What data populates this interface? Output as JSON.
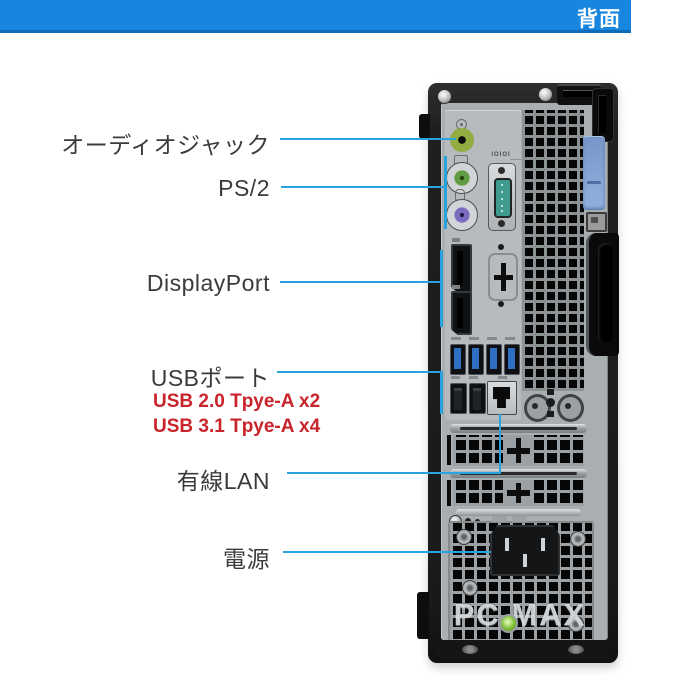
{
  "header": {
    "title": "背面",
    "bar_color": "#1886de",
    "bar_border_color": "#0d6cba"
  },
  "callouts": {
    "audio": {
      "label": "オーディオジャック"
    },
    "ps2": {
      "label": "PS/2"
    },
    "displayport": {
      "label": "DisplayPort"
    },
    "usb": {
      "label": "USBポート",
      "note_usb2": "USB 2.0 Tpye-A x2",
      "note_usb3": "USB 3.1 Tpye-A x4"
    },
    "lan": {
      "label": "有線LAN"
    },
    "power": {
      "label": "電源"
    }
  },
  "pc": {
    "watermark": "PC MAX",
    "serial_port_label": "IOIOI"
  },
  "colors": {
    "callout_line": "#2aa2df",
    "note_red": "#c9242b",
    "label_text": "#3b3b3b",
    "latch_blue": "#87a5d4",
    "audio_jack_green": "#93ad41",
    "ps2_keyboard_green": "#5f9c42",
    "ps2_mouse_purple": "#7b6cc0",
    "serial_teal": "#3f9b8e",
    "usb3_blue": "#2f6fc1",
    "power_led_green": "#7cbc36",
    "case_gray": "#a9aeb1",
    "case_black": "#1f1f1f"
  }
}
